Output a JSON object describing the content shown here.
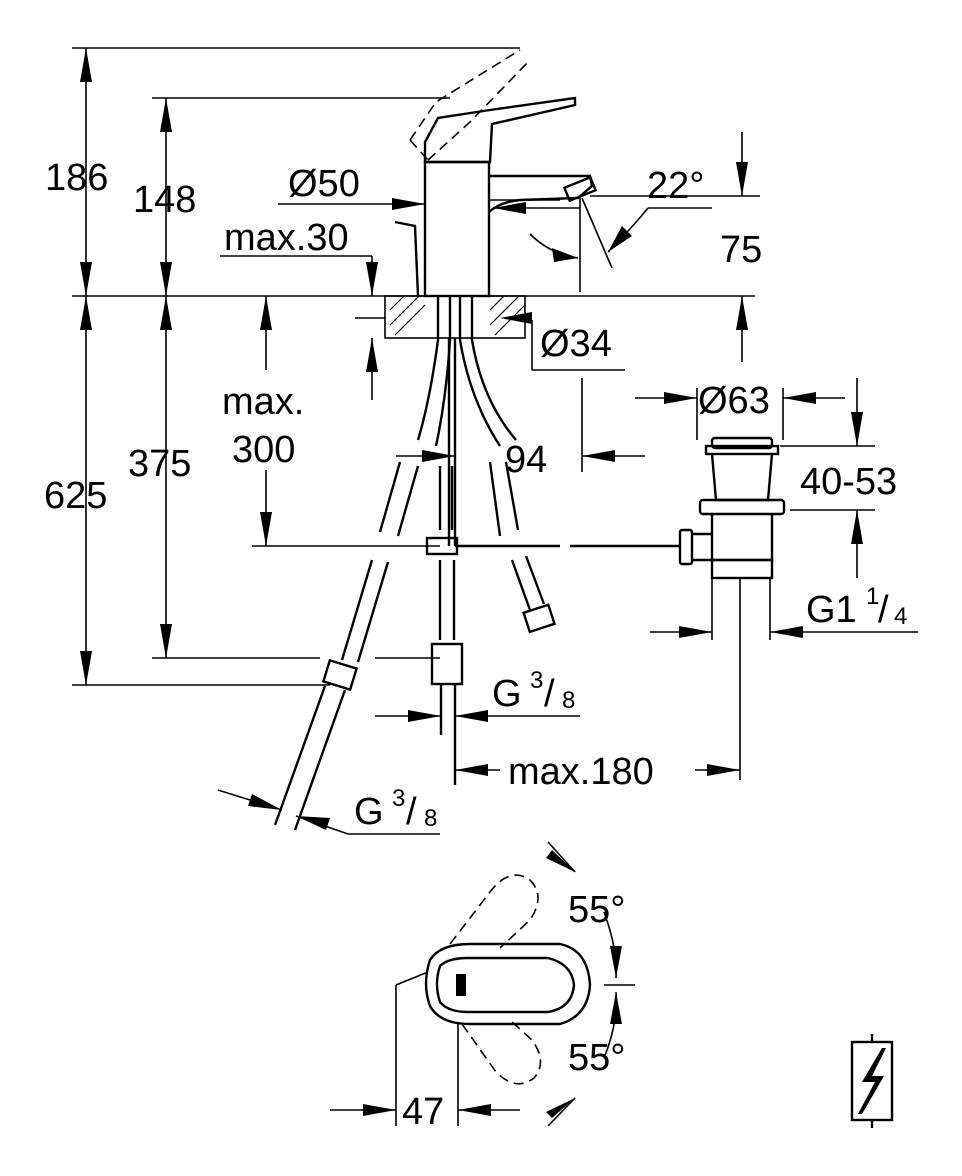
{
  "dimensions": {
    "height_total": "186",
    "height_spout_lever": "148",
    "diameter_body": "Ø50",
    "max_deck_thickness": "max.30",
    "spout_angle": "22°",
    "spout_height": "75",
    "diameter_hole": "Ø34",
    "max_label": "max.",
    "max_value": "300",
    "hose_length": "625",
    "hose_length_2": "375",
    "offset": "94",
    "diameter_waste": "Ø63",
    "waste_range": "40-53",
    "waste_thread_main": "G1",
    "waste_thread_num": "1",
    "waste_thread_den": "4",
    "pipe_thread_main": "G",
    "pipe_thread_num": "3",
    "pipe_thread_den": "8",
    "hose_thread_main": "G",
    "hose_thread_num": "3",
    "hose_thread_den": "8",
    "max_projection": "max.180",
    "lever_angle_top": "55°",
    "lever_angle_bottom": "55°",
    "lever_width": "47"
  },
  "icons": {
    "electrical_symbol": "lightning-icon"
  }
}
